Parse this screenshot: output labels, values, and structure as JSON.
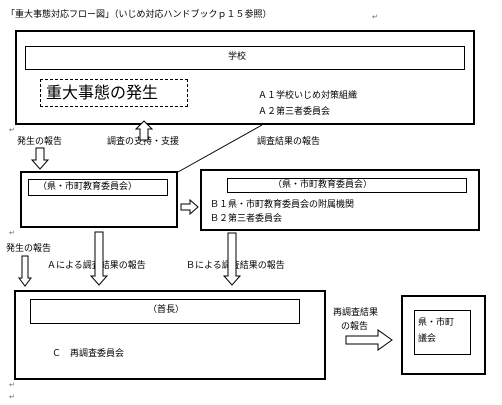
{
  "header": {
    "title": "「重大事態対応フロー図」（いじめ対応ハンドブックｐ１５参照）"
  },
  "school_box": {
    "label": "学校",
    "emphasis": "重大事態の発生",
    "org1": "Ａ１学校いじめ対策組織",
    "org2": "Ａ２第三者委員会"
  },
  "labels": {
    "report_occurrence": "発生の報告",
    "support": "調査の支持・支援",
    "report_results": "調査結果の報告",
    "report_occurrence_2": "発生の報告",
    "report_a": "Ａによる調査結果の報告",
    "report_b": "Ｂによる調査結果の報告",
    "reinvestigation_line1": "再調査結果",
    "reinvestigation_line2": "の報告"
  },
  "board_box": {
    "label": "（県・市町教育委員会）"
  },
  "board_right_box": {
    "label": "（県・市町教育委員会）",
    "item1": "Ｂ１県・市町教育委員会の附属機関",
    "item2": "Ｂ２第三者委員会"
  },
  "chief_box": {
    "label": "（首長）",
    "committee": "Ｃ　再調査委員会"
  },
  "council_box": {
    "line1": "県・市町",
    "line2": "議会"
  }
}
